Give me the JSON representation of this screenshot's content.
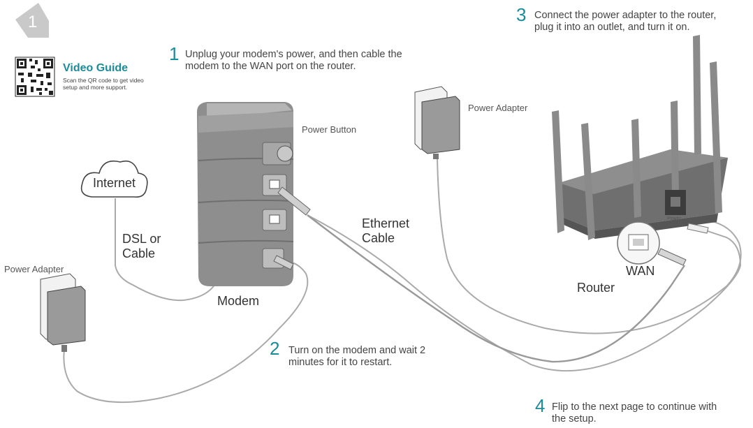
{
  "header": {
    "page_number": "1"
  },
  "video_guide": {
    "title": "Video Guide",
    "subtitle_line1": "Scan the QR code to get video",
    "subtitle_line2": "setup and more support."
  },
  "steps": [
    {
      "number": "1",
      "line1": "Unplug your modem's power, and then cable the",
      "line2": "modem to the WAN port on the router."
    },
    {
      "number": "2",
      "line1": "Turn on the modem and wait 2",
      "line2": "minutes for it to restart."
    },
    {
      "number": "3",
      "line1": "Connect the power adapter to the router,",
      "line2": "plug it into an outlet, and turn it on."
    },
    {
      "number": "4",
      "line1": "Flip to the next page to continue with",
      "line2": "the setup."
    }
  ],
  "labels": {
    "internet": "Internet",
    "dsl_line1": "DSL or",
    "dsl_line2": "Cable",
    "modem": "Modem",
    "power_button": "Power Button",
    "power_adapter_modem": "Power Adapter",
    "power_adapter_router": "Power Adapter",
    "ethernet_line1": "Ethernet",
    "ethernet_line2": "Cable",
    "wan": "WAN",
    "router": "Router",
    "router_power_port": "Power"
  },
  "colors": {
    "accent": "#1a8c9a",
    "device": "#8e8e8e",
    "device_dark": "#6f6f6f",
    "cable": "#aaaaaa"
  }
}
